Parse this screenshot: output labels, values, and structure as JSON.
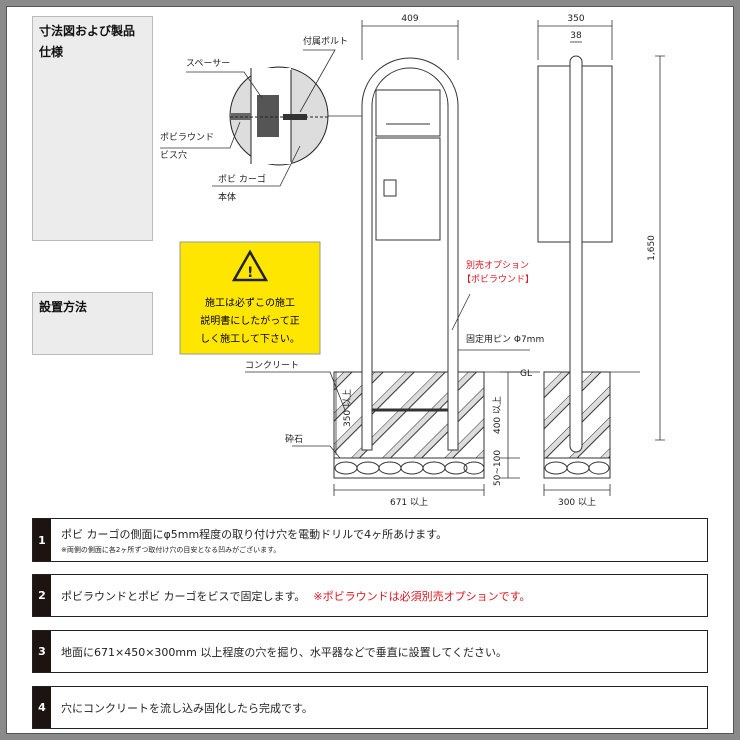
{
  "sections": {
    "specs_title": "寸法図および製品仕様",
    "install_title": "設置方法"
  },
  "drawing": {
    "dims": {
      "width_main": "409",
      "width_side": "350",
      "pole": "38",
      "height": "1,650",
      "depth_hole": "400 以上",
      "gravel": "50~100",
      "embed": "350 以上",
      "hole_width": "671 以上",
      "hole_side": "300 以上",
      "gl": "GL"
    },
    "labels": {
      "spacer": "スペーサー",
      "bolt": "付属ボルト",
      "poviround_hole_1": "ポビラウンド",
      "poviround_hole_2": "ビス穴",
      "body_1": "ポビ カーゴ",
      "body_2": "本体",
      "option_1": "別売オプション",
      "option_2": "【ポビラウンド】",
      "pin": "固定用ピン Φ7mm",
      "concrete": "コンクリート",
      "gravel": "砕石"
    },
    "warning": {
      "text_1": "施工は必ずこの施工",
      "text_2": "説明書にしたがって正",
      "text_3": "しく施工して下さい。",
      "color": "#ffe600"
    }
  },
  "steps": [
    {
      "num": "1",
      "text": "ポビ カーゴの側面にφ5mm程度の取り付け穴を電動ドリルで4ヶ所あけます。",
      "note": "※両側の側面に各2ヶ所ずつ取付け穴の目安となる凹みがございます。"
    },
    {
      "num": "2",
      "text": "ポビラウンドとポビ カーゴをビスで固定します。",
      "note_red": "※ポビラウンドは必須別売オプションです。"
    },
    {
      "num": "3",
      "text": "地面に671×450×300mm 以上程度の穴を掘り、水平器などで垂直に設置してください。"
    },
    {
      "num": "4",
      "text": "穴にコンクリートを流し込み固化したら完成です。"
    }
  ]
}
